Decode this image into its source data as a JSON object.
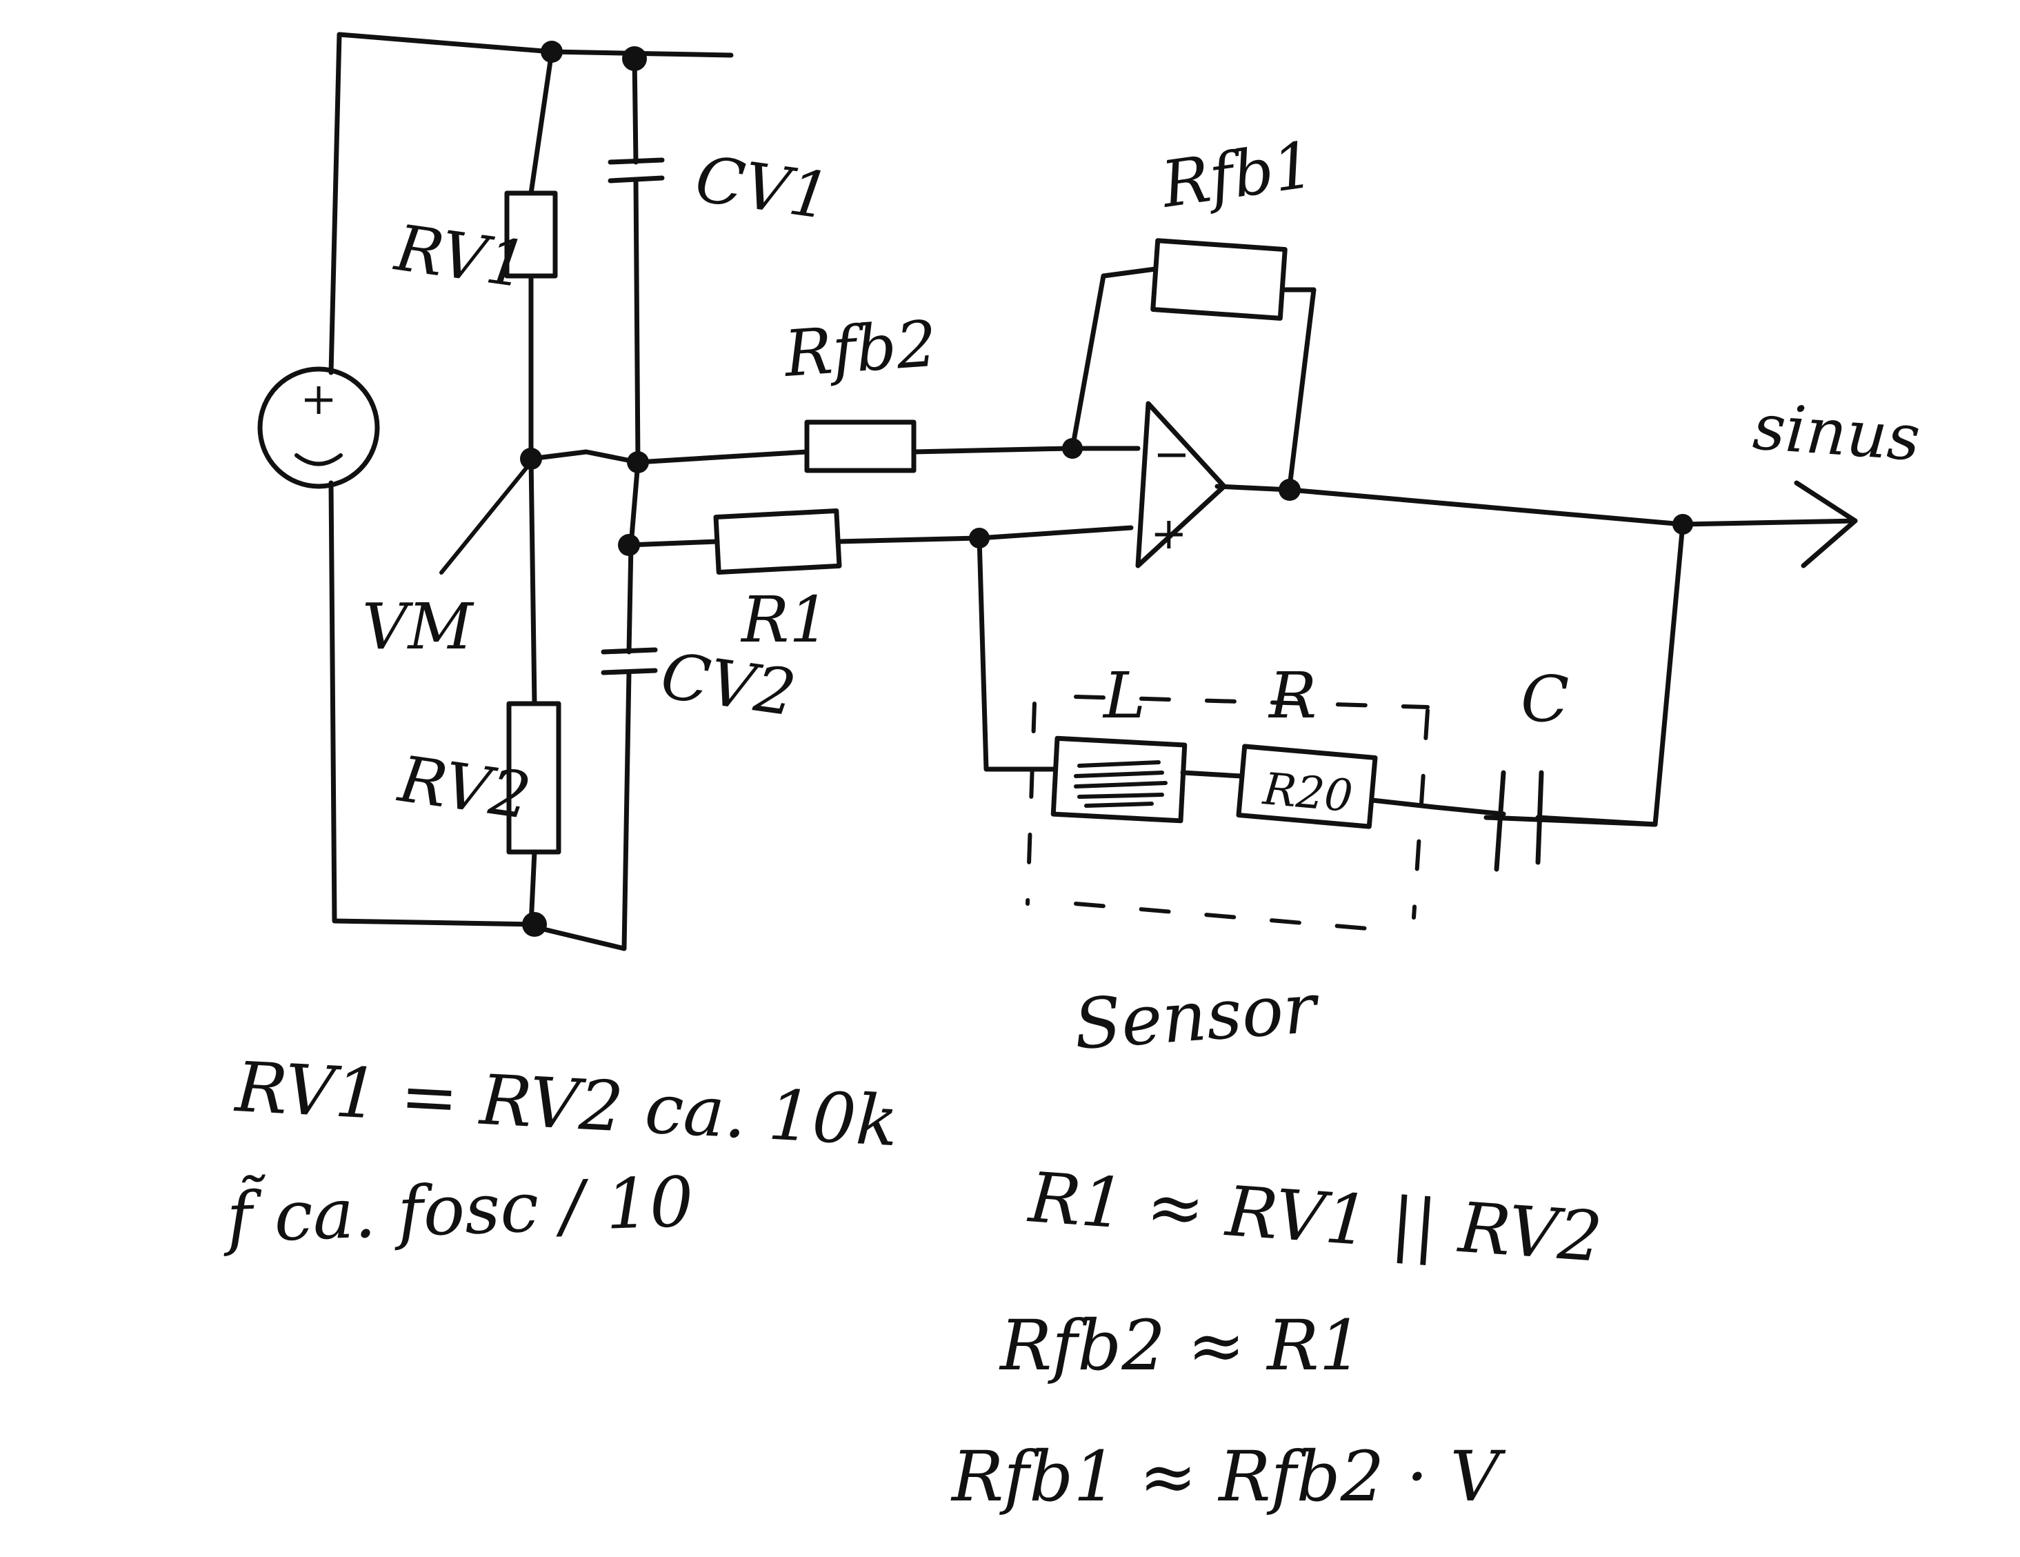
{
  "labels": {
    "rv1": "RV1",
    "rv2": "RV2",
    "cv1": "CV1",
    "cv2": "CV2",
    "vm": "VM",
    "rfb1": "Rfb1",
    "rfb2": "Rfb2",
    "r1": "R1",
    "l": "L",
    "r": "R",
    "c": "C",
    "r_value": "R20",
    "output": "sinus",
    "sensor": "Sensor",
    "plus": "+",
    "minus": "−"
  },
  "notes": {
    "line1": "RV1 = RV2 ca. 10k",
    "line2": "f̃ ca. fosc / 10",
    "eq1": "R1 ≈ RV1 || RV2",
    "eq2": "Rfb2 ≈ R1",
    "eq3": "Rfb1 ≈ Rfb2 · V"
  }
}
